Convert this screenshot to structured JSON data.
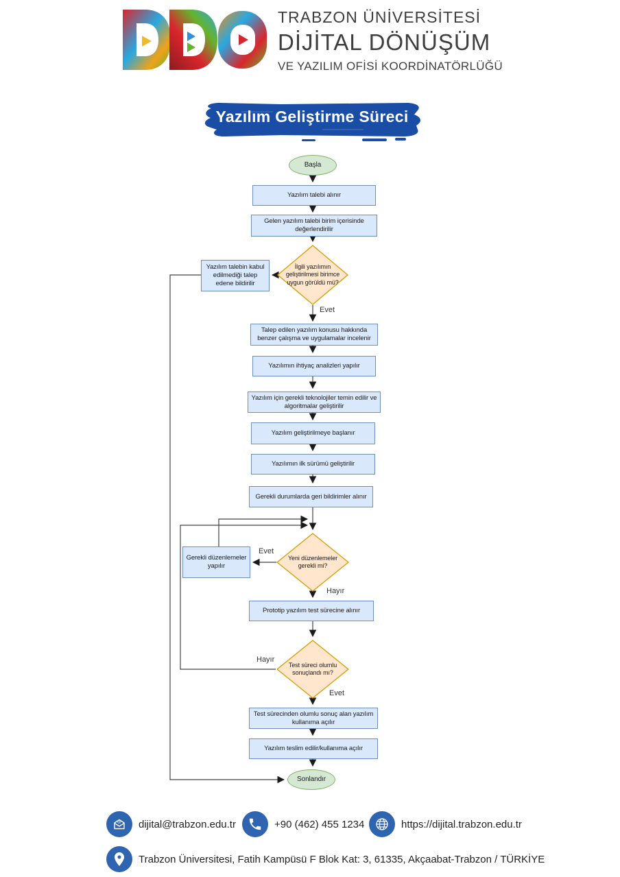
{
  "header": {
    "logo_text": "DDO",
    "university": "TRABZON ÜNİVERSİTESİ",
    "office": "DİJİTAL DÖNÜŞÜM",
    "office_sub": "VE YAZILIM OFİSİ KOORDİNATÖRLÜĞÜ"
  },
  "title_banner": {
    "text": "Yazılım Geliştirme Süreci"
  },
  "flowchart": {
    "nodes": {
      "start": "Başla",
      "request_received": "Yazılım talebi alınır",
      "request_evaluated": "Gelen yazılım talebi birim içerisinde değerlendirilir",
      "approval_decision": "İlgili yazılımın geliştirilmesi birimce uygun görüldü mü?",
      "reject_notice": "Yazılım talebin kabul edilmediği talep edene bildirilir",
      "research": "Talep edilen yazılım konusu hakkında benzer çalışma ve uygulamalar incelenir",
      "needs_analysis": "Yazılımın ihtiyaç analizleri yapılır",
      "tech_prep": "Yazılım için gerekli teknolojiler temin edilir ve algoritmalar geliştirilir",
      "dev_start": "Yazılım geliştirilmeye başlanır",
      "first_version": "Yazılımın ilk sürümü geliştirilir",
      "feedback": "Gerekli durumlarda geri bildirimler alınır",
      "edits_decision": "Yeni düzenlemeler gerekli mi?",
      "edits_done": "Gerekli düzenlemeler yapılır",
      "prototype_test": "Prototip yazılım test sürecine alınır",
      "test_decision": "Test süreci olumlu sonuçlandı mı?",
      "release_ready": "Test sürecinden olumlu sonuç alan yazılım kullanıma açılır",
      "delivery": "Yazılım teslim edilir/kullanıma açılır",
      "end": "Sonlandır"
    },
    "edge_labels": {
      "d1_yes": "Evet",
      "d2_yes": "Evet",
      "d2_no": "Hayır",
      "d3_no": "Hayır",
      "d3_yes": "Evet"
    }
  },
  "footer": {
    "items": [
      {
        "icon": "email-icon",
        "text": "dijital@trabzon.edu.tr"
      },
      {
        "icon": "phone-icon",
        "text": "+90 (462) 455 1234"
      },
      {
        "icon": "globe-icon",
        "text": "https://dijital.trabzon.edu.tr"
      }
    ],
    "address": {
      "icon": "location-pin-icon",
      "text": "Trabzon Üniversitesi, Fatih Kampüsü F Blok Kat: 3, 61335, Akçaabat-Trabzon / TÜRKİYE"
    }
  },
  "colors": {
    "banner_blue": "#1a4da6",
    "footer_icon_blue": "#2e64b0",
    "process_fill": "#dae8fc",
    "process_border": "#6c8ebf",
    "decision_fill": "#ffe6cc",
    "decision_border": "#d79b00",
    "terminal_fill": "#d5e8d4",
    "terminal_border": "#82b366",
    "header_text": "#3e3e3e"
  }
}
